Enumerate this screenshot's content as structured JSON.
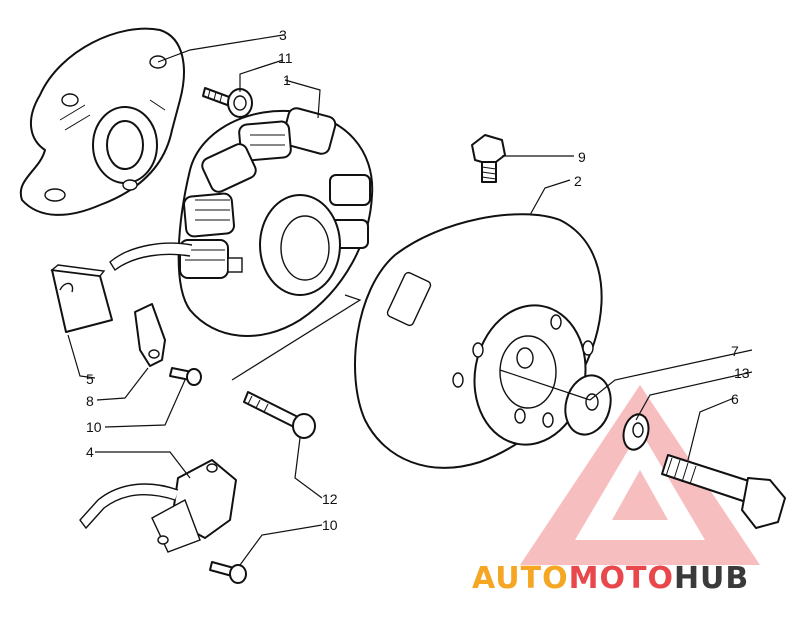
{
  "callouts": [
    {
      "id": "c3",
      "label": "3"
    },
    {
      "id": "c11",
      "label": "11"
    },
    {
      "id": "c1",
      "label": "1"
    },
    {
      "id": "c9",
      "label": "9"
    },
    {
      "id": "c2",
      "label": "2"
    },
    {
      "id": "c5",
      "label": "5"
    },
    {
      "id": "c8",
      "label": "8"
    },
    {
      "id": "c10a",
      "label": "10"
    },
    {
      "id": "c7",
      "label": "7"
    },
    {
      "id": "c13",
      "label": "13"
    },
    {
      "id": "c6",
      "label": "6"
    },
    {
      "id": "c4",
      "label": "4"
    },
    {
      "id": "c12",
      "label": "12"
    },
    {
      "id": "c10b",
      "label": "10"
    }
  ],
  "watermark": {
    "part1": "AUTO",
    "part2": "MOTO",
    "part3": "HUB",
    "color1": "#f5a623",
    "color2": "#e8474c",
    "color3": "#3a3a3a"
  }
}
